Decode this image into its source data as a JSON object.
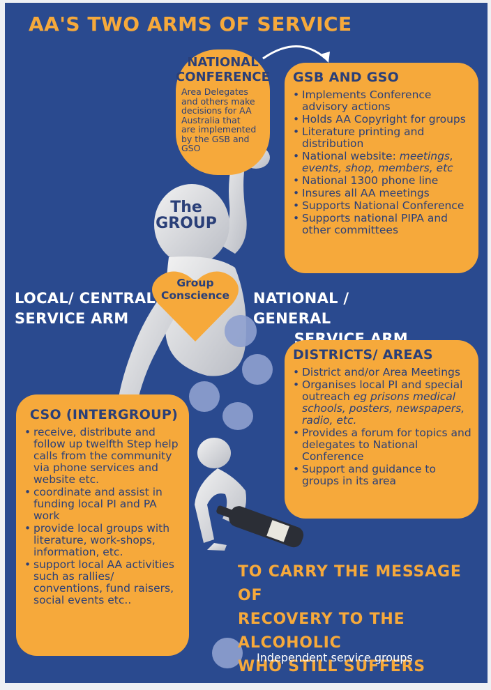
{
  "title": "AA's TWO ARMS OF SERVICE",
  "national_conference": {
    "heading_line1": "National",
    "heading_line2": "Conference",
    "body_lines": [
      "Area Delegates",
      "and others make",
      "decisions for AA",
      "Australia that",
      "are implemented",
      "by the GSB and",
      "GSO"
    ]
  },
  "gsb": {
    "heading": "GSB and GSO",
    "items": [
      {
        "text": "Implements Conference advisory actions",
        "em": ""
      },
      {
        "text": "Holds AA Copyright for groups",
        "em": ""
      },
      {
        "text": "Literature printing and distribution",
        "em": ""
      },
      {
        "text": "National website: ",
        "em": "meetings, events, shop, members, etc"
      },
      {
        "text": "National 1300 phone line",
        "em": ""
      },
      {
        "text": "Insures all AA meetings",
        "em": ""
      },
      {
        "text": "Supports National Conference",
        "em": ""
      },
      {
        "text": "Supports national PIPA and other committees",
        "em": ""
      }
    ]
  },
  "group_label": {
    "line1": "The",
    "line2": "GROUP"
  },
  "heart_label": {
    "line1": "Group",
    "line2": "Conscience"
  },
  "local_arm": {
    "line1": "LOCAL/ CENTRAL",
    "line2": "SERVICE ARM"
  },
  "national_arm": {
    "line1": "NATIONAL / GENERAL",
    "line2": "SERVICE ARM"
  },
  "districts": {
    "heading": "Districts/ Areas",
    "items": [
      {
        "text": "District and/or Area Meetings",
        "em": ""
      },
      {
        "text": "Organises local PI and special outreach ",
        "em": "eg prisons medical schools, posters, newspapers, radio, etc."
      },
      {
        "text": "Provides a forum for topics and delegates to National Conference",
        "em": ""
      },
      {
        "text": "Support and guidance to groups in its area",
        "em": ""
      }
    ]
  },
  "cso": {
    "heading": "CSO (Intergroup)",
    "items": [
      {
        "text": "receive, distribute and follow up twelfth Step help calls from the community via phone services and website etc.",
        "em": ""
      },
      {
        "text": "coordinate and assist in funding local PI and PA work",
        "em": ""
      },
      {
        "text": "provide local groups with literature, work-shops, information, etc.",
        "em": ""
      },
      {
        "text": "support local AA activities such as rallies/ conventions, fund raisers, social events etc..",
        "em": ""
      }
    ]
  },
  "message": {
    "line1": "TO CARRY THE MESSAGE OF",
    "line2": "RECOVERY TO THE ALCOHOLIC",
    "line3": "WHO STILL SUFFERS"
  },
  "independent": "Independent service groups",
  "colors": {
    "background": "#2a4a8f",
    "accent": "#f6a93b",
    "text_dark": "#2a3f78",
    "white": "#ffffff"
  },
  "icons": [
    "waving-figure-icon",
    "figure-with-bottle-icon",
    "heart-icon",
    "curved-arrow-icon"
  ]
}
